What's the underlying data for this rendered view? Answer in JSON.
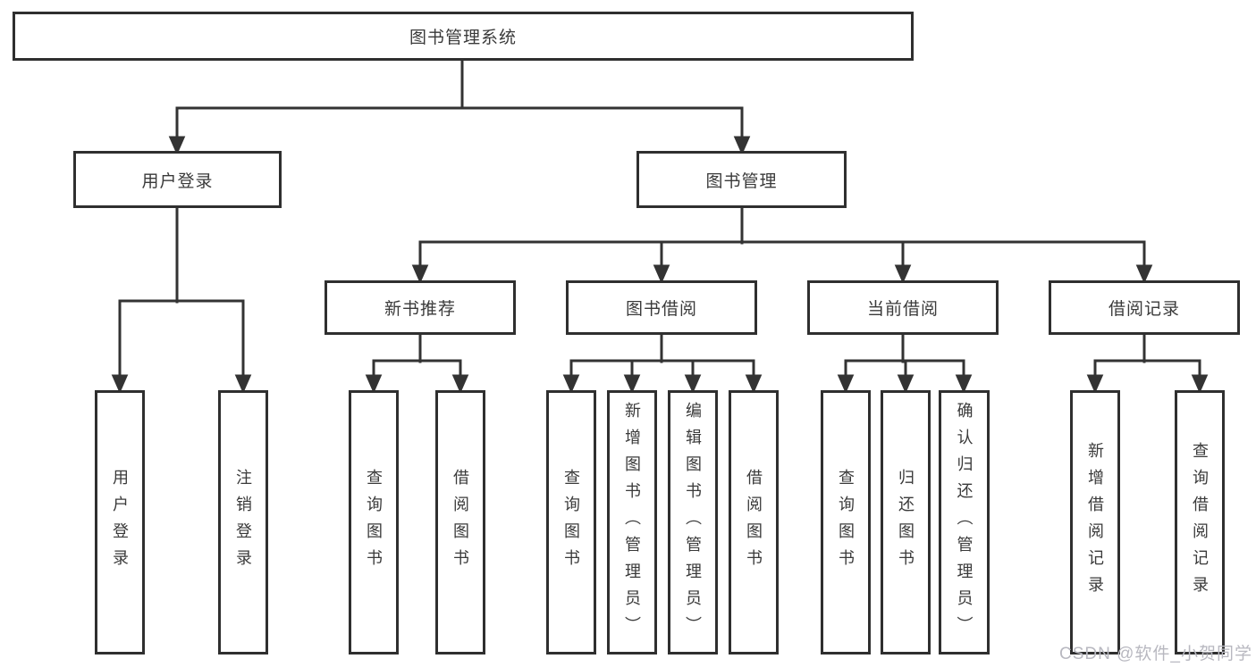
{
  "diagram_type": "hierarchy-tree",
  "nodes": {
    "root": "图书管理系统",
    "userLogin": "用户登录",
    "bookManagement": "图书管理",
    "newBookRecommend": "新书推荐",
    "bookBorrowing": "图书借阅",
    "currentBorrowing": "当前借阅",
    "borrowingRecords": "借阅记录",
    "leafUserLogin": "用户登录",
    "leafLogout": "注销登录",
    "leafNbrQuery": "查询图书",
    "leafNbrBorrow": "借阅图书",
    "leafBbQuery": "查询图书",
    "leafBbAdd": "新增图书（管理员）",
    "leafBbEdit": "编辑图书（管理员）",
    "leafBbBorrow": "借阅图书",
    "leafCbQuery": "查询图书",
    "leafCbReturn": "归还图书",
    "leafCbConfirm": "确认归还（管理员）",
    "leafBrAdd": "新增借阅记录",
    "leafBrQuery": "查询借阅记录"
  },
  "hierarchy": {
    "图书管理系统": {
      "用户登录": [
        "用户登录",
        "注销登录"
      ],
      "图书管理": {
        "新书推荐": [
          "查询图书",
          "借阅图书"
        ],
        "图书借阅": [
          "查询图书",
          "新增图书（管理员）",
          "编辑图书（管理员）",
          "借阅图书"
        ],
        "当前借阅": [
          "查询图书",
          "归还图书",
          "确认归还（管理员）"
        ],
        "借阅记录": [
          "新增借阅记录",
          "查询借阅记录"
        ]
      }
    }
  },
  "watermark": "CSDN @软件_小贺同学",
  "colors": {
    "line": "#333333",
    "box_border": "#2f2f2f",
    "text": "#3a3a3a",
    "watermark": "#b8b8c0",
    "background": "#ffffff"
  }
}
